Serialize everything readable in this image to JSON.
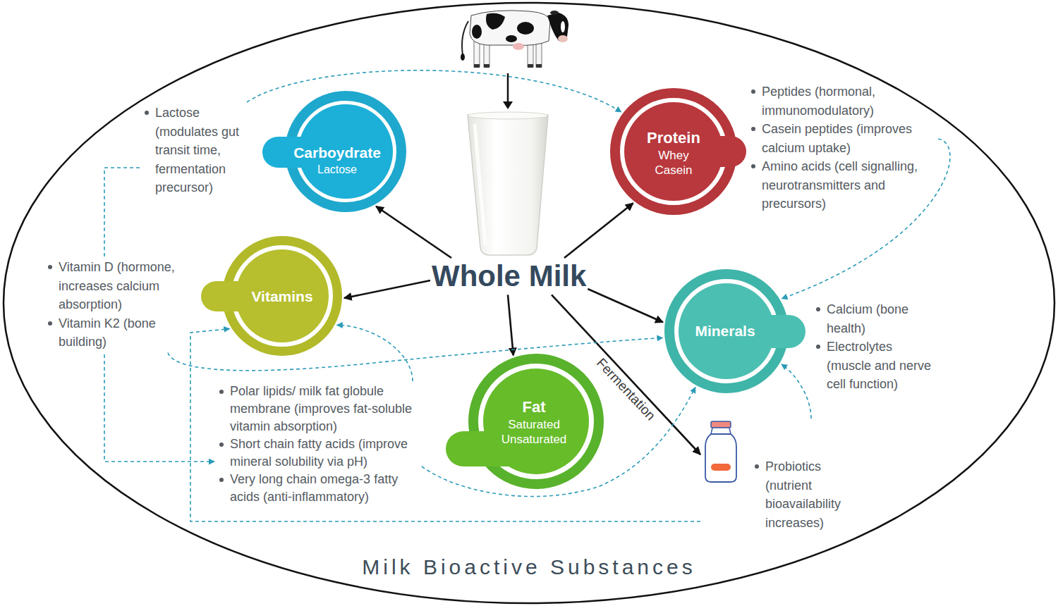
{
  "diagram": {
    "nodes": [
      {
        "text": [
          "Milk Bioactive Substances"
        ]
      },
      {
        "text": [
          "Whole Milk"
        ],
        "in": 0
      },
      {
        "text": [
          "Lactose (modulates gut transit time, fermentation precursor)"
        ],
        "in": 0
      },
      {
        "text": [
          "Carboydrate",
          "Lactose"
        ],
        "in": 0
      },
      {
        "text": [
          "Protein",
          "Whey Casein"
        ],
        "in": 0
      },
      {
        "text": [
          "Peptides (hormonal, immunomodulatory)",
          "Casein peptides (improves calcium uptake)",
          "Amino acids (cell signalling, neurotransmitters and precursors)"
        ],
        "in": 0
      },
      {
        "text": [
          "Vitamin D (hormone, increases calcium absorption)",
          "Vitamin K2 (bone building)"
        ],
        "in": 0
      },
      {
        "text": [
          "Vitamins"
        ],
        "in": 0
      },
      {
        "text": [
          "Minerals"
        ],
        "in": 0
      },
      {
        "text": [
          "Calcium (bone health)",
          "Electrolytes (muscle and nerve cell function)"
        ],
        "in": 0
      },
      {
        "text": [
          "Polar lipids/ milk fat globule membrane (improves fat-soluble vitamin absorption)",
          "Short chain fatty acids (improve mineral solubility via pH)",
          "Very long chain omega-3 fatty acids (anti-inflammatory)"
        ],
        "in": 0
      },
      {
        "text": [
          "Fat",
          "Saturated Unsaturated"
        ],
        "in": 0
      },
      {
        "text": [
          "Probiotics (nutrient bioavailability increases)"
        ],
        "in": 0
      }
    ],
    "edges": [
      {
        "from": 1,
        "to": 3,
        "arrow": "to"
      },
      {
        "from": 1,
        "to": 4,
        "arrow": "to"
      },
      {
        "from": 1,
        "to": 7,
        "arrow": "to"
      },
      {
        "from": 1,
        "to": 11,
        "arrow": "to"
      },
      {
        "from": 1,
        "to": 8,
        "arrow": "to"
      },
      {
        "from": 1,
        "to": 12,
        "label": "Fermentation",
        "arrow": "to"
      },
      {
        "from": 2,
        "to": 4,
        "arrow": "to"
      },
      {
        "from": 2,
        "to": 10,
        "arrow": "to"
      },
      {
        "from": 5,
        "to": 8,
        "arrow": "to"
      },
      {
        "from": 6,
        "to": 8,
        "arrow": "to"
      },
      {
        "from": 10,
        "to": 7,
        "arrow": "to"
      },
      {
        "from": 10,
        "to": 8,
        "arrow": "to"
      },
      {
        "from": 12,
        "to": 7,
        "arrow": "to"
      },
      {
        "from": 12,
        "to": 8,
        "arrow": "to"
      }
    ]
  }
}
